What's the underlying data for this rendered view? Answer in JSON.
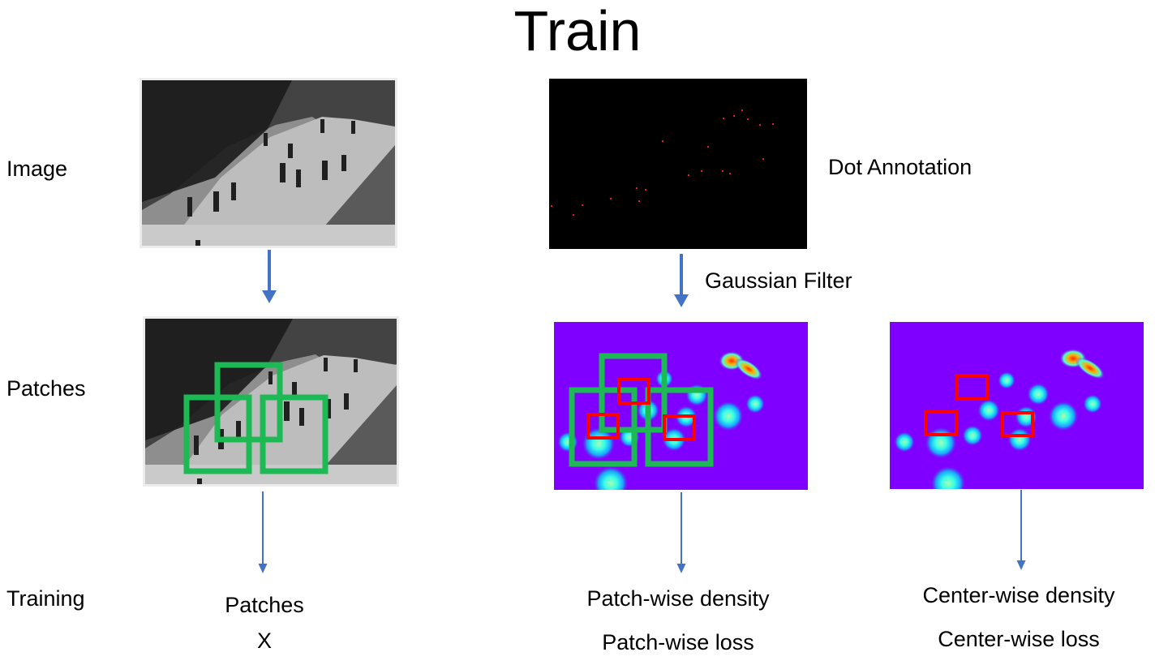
{
  "title": "Train",
  "rows": {
    "image": "Image",
    "patches": "Patches",
    "training": "Training"
  },
  "annotations": {
    "dot_annotation": "Dot Annotation",
    "gaussian_filter": "Gaussian Filter"
  },
  "outputs": {
    "left_line1": "Patches",
    "left_line2": "X",
    "middle_line1": "Patch-wise density",
    "middle_line2": "Patch-wise loss",
    "right_line1": "Center-wise density",
    "right_line2": "Center-wise loss"
  },
  "colors": {
    "arrow": "#4472C4",
    "patch_box": "#1DB954",
    "center_box": "#FF0000",
    "density_background": "#7F00FF",
    "annotation_background": "#000000"
  }
}
